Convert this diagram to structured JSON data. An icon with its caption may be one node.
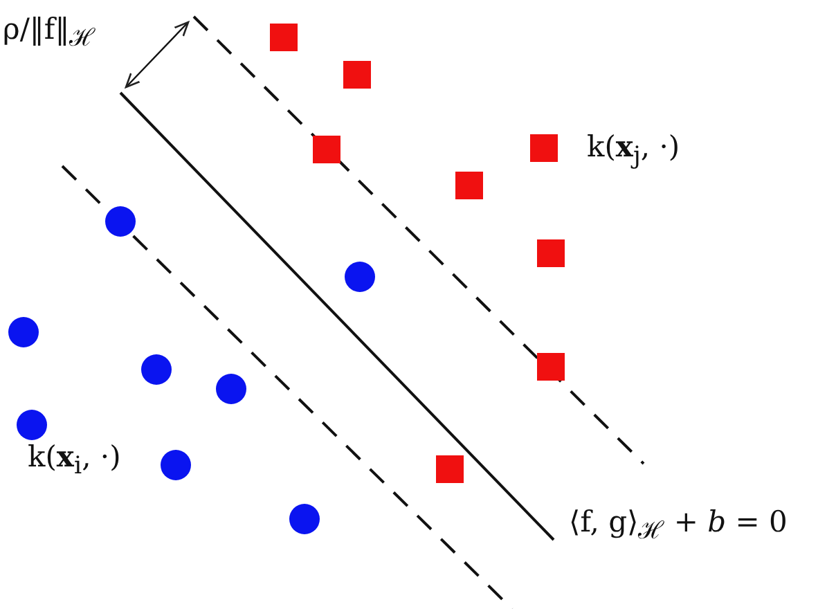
{
  "diagram": {
    "labels": [
      "ρ/‖f‖$_{ℋ}$",
      "k(**x**$_{j}$, ·)",
      "k(**x**$_{i}$, ·)",
      "⟨f, g⟩$_{ℋ}$ + *b* = 0"
    ]
  }
}
